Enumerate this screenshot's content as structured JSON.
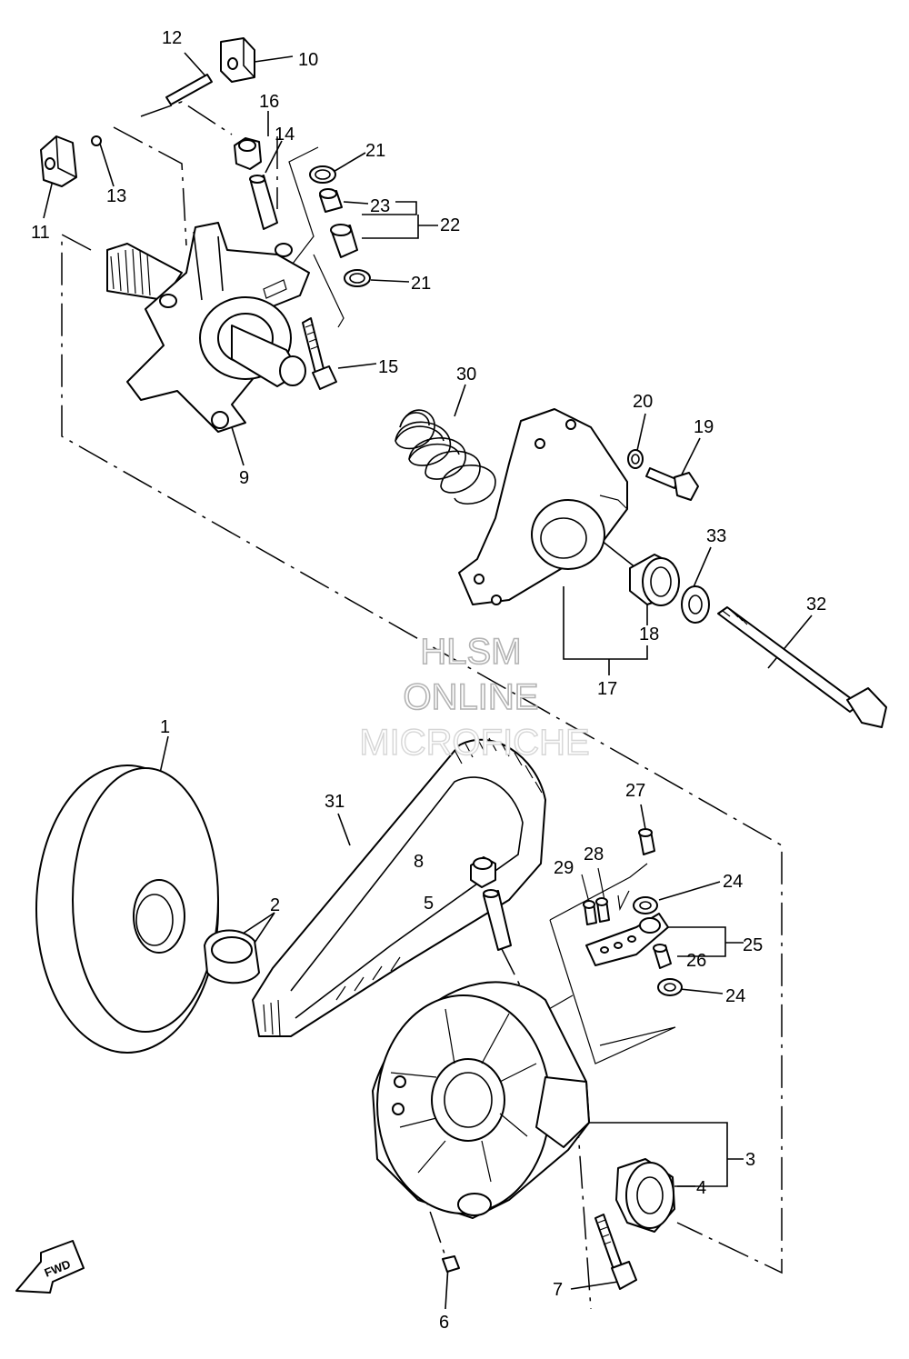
{
  "watermark": {
    "line1": "HLSM",
    "line2": "ONLINE",
    "line3": "MICROFICHE"
  },
  "direction_label": "FWD",
  "callouts": {
    "c1": "1",
    "c2": "2",
    "c3": "3",
    "c4": "4",
    "c5": "5",
    "c6": "6",
    "c7": "7",
    "c8": "8",
    "c9": "9",
    "c10": "10",
    "c11": "11",
    "c12": "12",
    "c13": "13",
    "c14": "14",
    "c15": "15",
    "c16": "16",
    "c17": "17",
    "c18": "18",
    "c19": "19",
    "c20": "20",
    "c21a": "21",
    "c21b": "21",
    "c22": "22",
    "c23": "23",
    "c24a": "24",
    "c24b": "24",
    "c25": "25",
    "c26": "26",
    "c27": "27",
    "c28": "28",
    "c29": "29",
    "c30": "30",
    "c31": "31",
    "c32": "32",
    "c33": "33"
  }
}
